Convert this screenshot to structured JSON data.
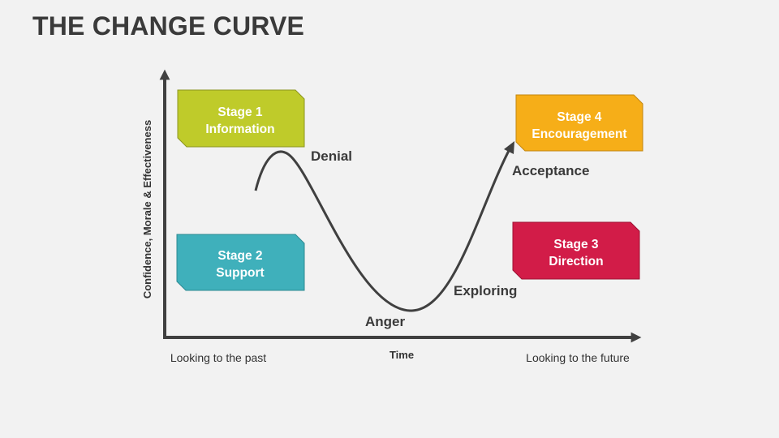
{
  "title": "THE CHANGE CURVE",
  "stages": [
    {
      "line1": "Stage 1",
      "line2": "Information",
      "color": "#bfcb2a"
    },
    {
      "line1": "Stage 2",
      "line2": "Support",
      "color": "#3fb0bb"
    },
    {
      "line1": "Stage 3",
      "line2": "Direction",
      "color": "#d21c48"
    },
    {
      "line1": "Stage 4",
      "line2": "Encouragement",
      "color": "#f6ae18"
    }
  ],
  "curve_labels": {
    "denial": "Denial",
    "anger": "Anger",
    "exploring": "Exploring",
    "acceptance": "Acceptance"
  },
  "axes": {
    "y_title": "Confidence, Morale & Effectiveness",
    "x_title": "Time",
    "x_left": "Looking to the past",
    "x_right": "Looking to the future",
    "axis_color": "#404040"
  }
}
